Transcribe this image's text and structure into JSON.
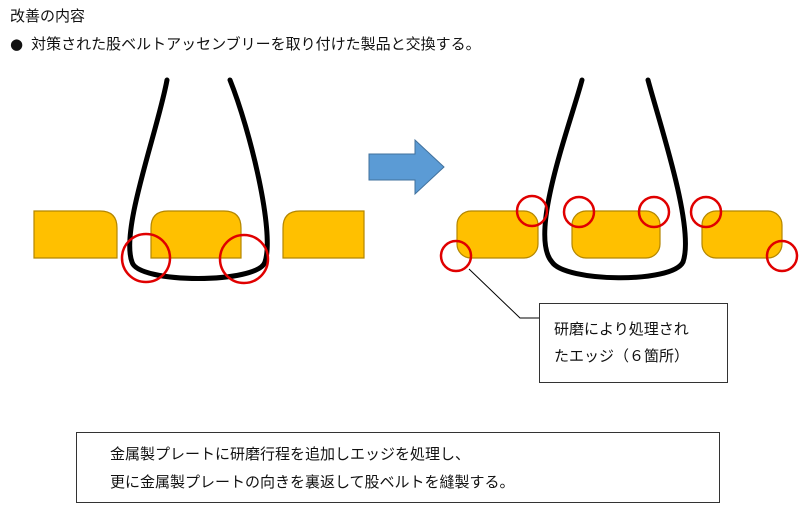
{
  "heading": "改善の内容",
  "bullet": {
    "mark": "●",
    "text": "対策された股ベルトアッセンブリーを取り付けた製品と交換する。"
  },
  "callout": {
    "line1": "研磨により処理され",
    "line2": "たエッジ（６箇所）"
  },
  "note": {
    "line1": "金属製プレートに研磨行程を追加しエッジを処理し、",
    "line2": "更に金属製プレートの向きを裏返して股ベルトを縫製する。"
  },
  "colors": {
    "plate_fill": "#FFC000",
    "plate_stroke": "#B38600",
    "belt": "#000000",
    "circle": "#E00000",
    "arrow_fill": "#5B9BD5",
    "arrow_stroke": "#41719C"
  }
}
